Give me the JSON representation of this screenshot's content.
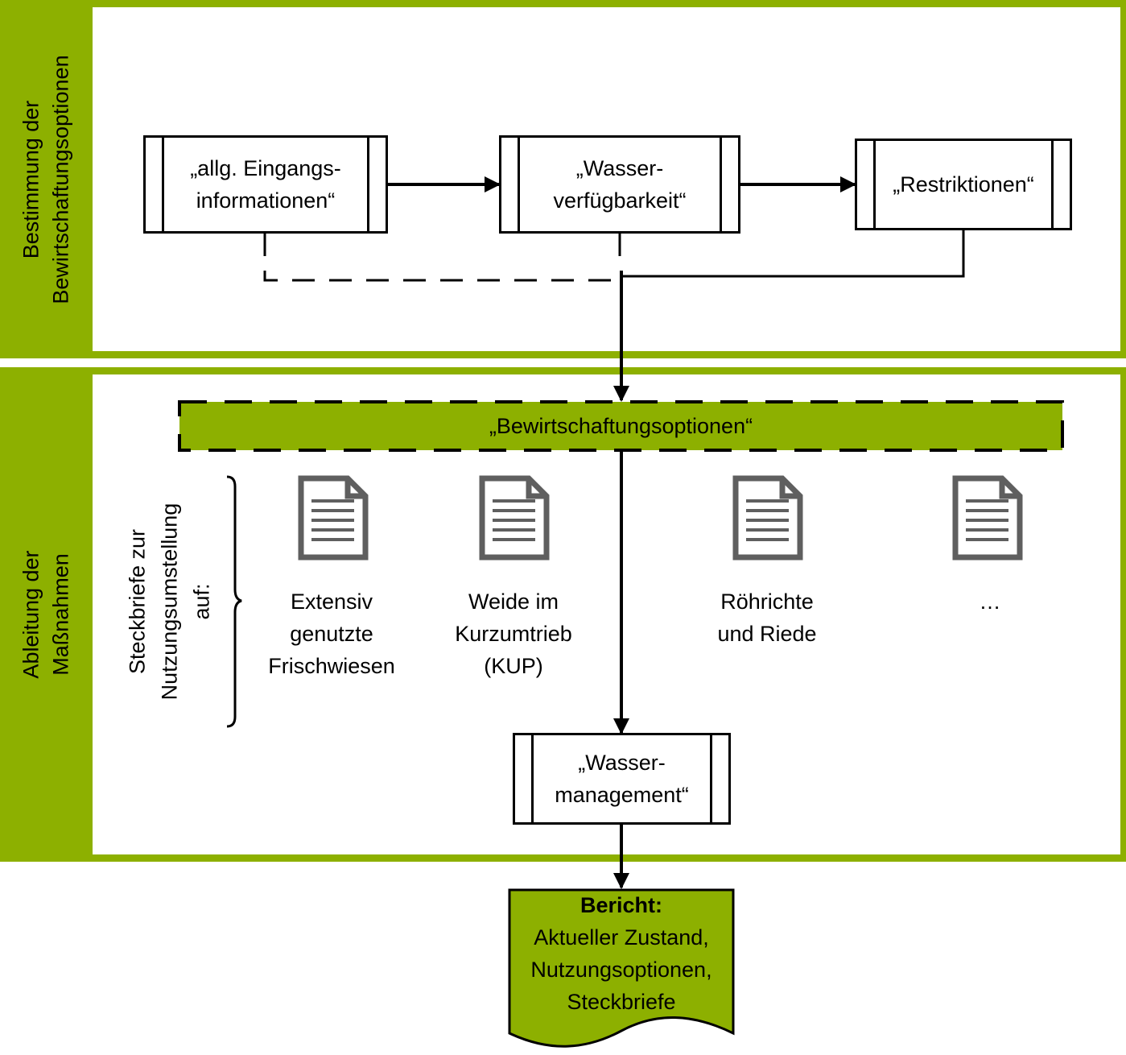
{
  "lanes": {
    "top_label": "Bestimmung der\nBewirtschaftungsoptionen",
    "bottom_label": "Ableitung der\nMaßnahmen"
  },
  "process": {
    "input_info": "„allg. Eingangs-\ninformationen“",
    "water_availability": "„Wasser-\nverfügbarkeit“",
    "restrictions": "„Restriktionen“",
    "options_bar": "„Bewirtschaftungsoptionen“",
    "water_management": "„Wasser-\nmanagement“"
  },
  "profiles": {
    "label": "Steckbriefe zur\nNutzungsumstellung\nauf:",
    "items": [
      {
        "label": "Extensiv\ngenutzte\nFrischwiesen",
        "icon": "document-icon"
      },
      {
        "label": "Weide im\nKurzumtrieb\n(KUP)",
        "icon": "document-icon"
      },
      {
        "label": "Röhrichte\nund Riede",
        "icon": "document-icon"
      },
      {
        "label": "…",
        "icon": "document-icon"
      }
    ]
  },
  "report": {
    "title": "Bericht:",
    "lines": "Aktueller Zustand,\nNutzungsoptionen,\nSteckbriefe"
  },
  "colors": {
    "accent": "#8db000",
    "icon": "#5f5f5f"
  }
}
